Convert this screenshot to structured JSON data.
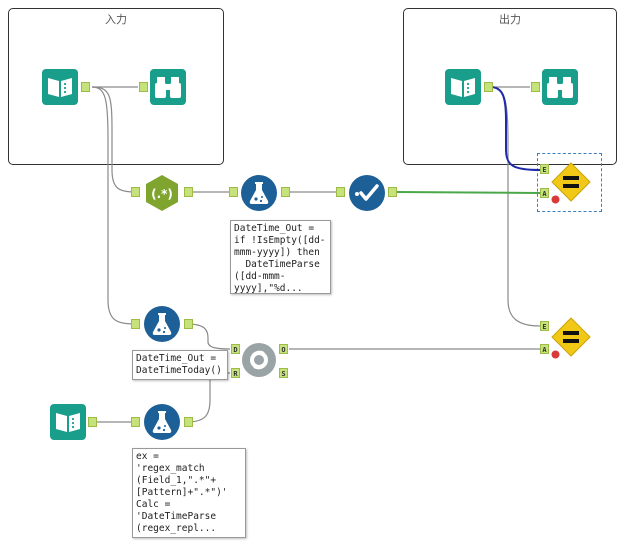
{
  "containers": {
    "input_title": "入力",
    "output_title": "出力"
  },
  "anchors": {
    "out": "",
    "in": "",
    "e": "E",
    "a": "A",
    "d": "D",
    "r": "R",
    "o": "O",
    "s": "S"
  },
  "annotations": {
    "formula1": "DateTime_Out =\nif !IsEmpty([dd-\nmmm-yyyy]) then\n  DateTimeParse\n([dd-mmm-\nyyyy],\"%d...",
    "formula2": "DateTime_Out =\nDateTimeToday()",
    "formula3": "ex =\n'regex_match\n(Field_1,\".*\"+\n[Pattern]+\".*\")'\nCalc =\n'DateTimeParse\n(regex_repl..."
  },
  "colors": {
    "input_tool": "#1a9e8c",
    "formula_tool": "#1d5f97",
    "regex_tool": "#7fa52e",
    "test_tool": "#f2c816",
    "dynamic_tool": "#9aa3a6",
    "wire": "#8a8a8a",
    "wire_blue": "#1f2aa8",
    "wire_green": "#4aa84a"
  },
  "icons": {
    "input_data": "book-icon",
    "browse": "binoculars-icon",
    "regex": "regex-icon",
    "formula": "flask-icon",
    "select": "checkmark-icon",
    "test": "equals-icon",
    "dynamic_input": "gears-icon"
  },
  "labels": {
    "regex_symbol": "(.*)"
  }
}
